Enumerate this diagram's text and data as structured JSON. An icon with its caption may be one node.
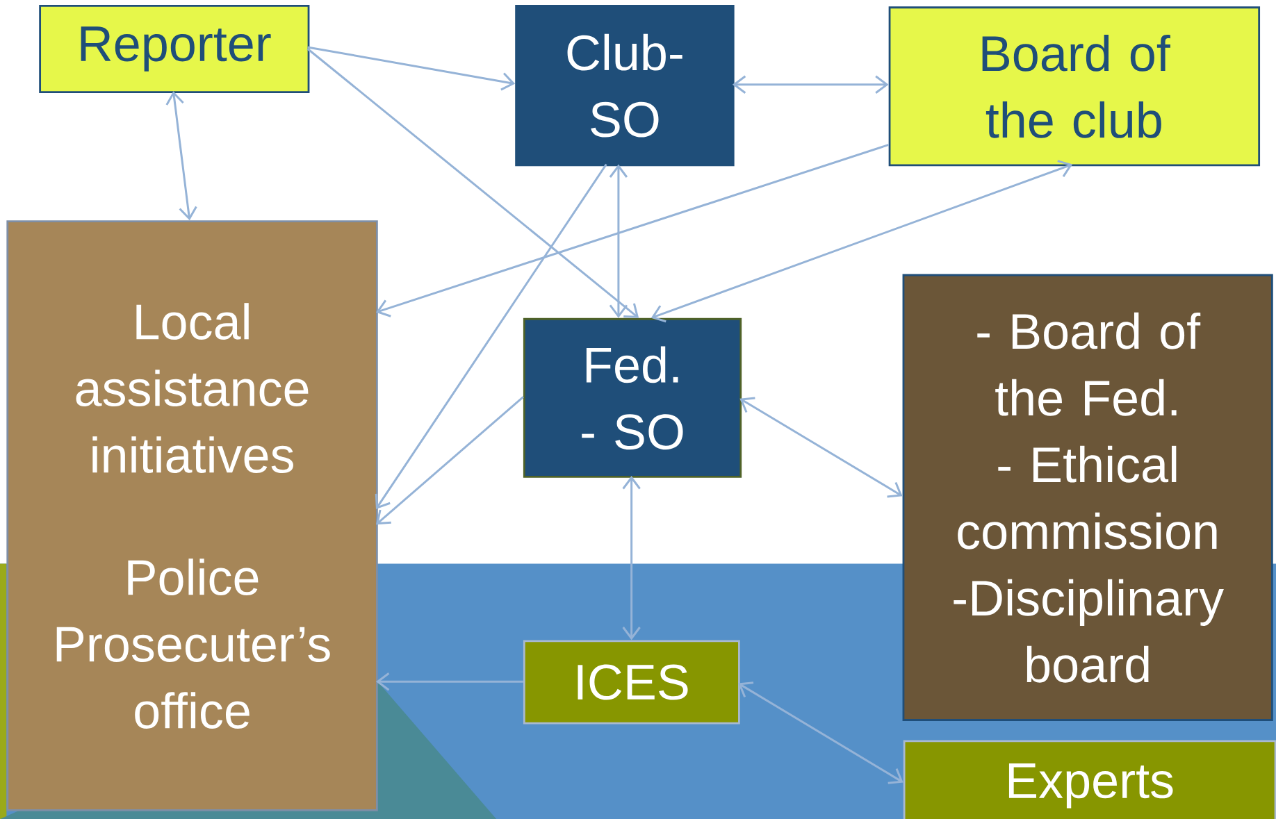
{
  "diagram": {
    "nodes": [
      {
        "text": [
          "Reporter"
        ]
      },
      {
        "text": [
          "Club- SO"
        ]
      },
      {
        "text": [
          "Board of the club"
        ]
      },
      {
        "text": [
          "Local assistance initiatives",
          "Police Prosecuter’s office"
        ]
      },
      {
        "text": [
          "Fed. - SO"
        ]
      },
      {
        "text": [
          "- Board of the Fed.",
          "- Ethical commission",
          "-Disciplinary board"
        ]
      },
      {
        "text": [
          "ICES"
        ]
      },
      {
        "text": [
          "Experts"
        ]
      }
    ],
    "edges": [
      {
        "from": 0,
        "to": 3,
        "arrow": "both"
      },
      {
        "from": 0,
        "to": 1,
        "arrow": "to"
      },
      {
        "from": 0,
        "to": 4,
        "arrow": "to"
      },
      {
        "from": 1,
        "to": 2,
        "arrow": "both"
      },
      {
        "from": 2,
        "to": 3,
        "arrow": "to"
      },
      {
        "from": 4,
        "to": 2,
        "arrow": "both"
      },
      {
        "from": 1,
        "to": 4,
        "arrow": "both"
      },
      {
        "from": 1,
        "to": 3,
        "arrow": "to"
      },
      {
        "from": 4,
        "to": 3,
        "arrow": "to"
      },
      {
        "from": 4,
        "to": 5,
        "arrow": "both"
      },
      {
        "from": 4,
        "to": 6,
        "arrow": "both"
      },
      {
        "from": 6,
        "to": 3,
        "arrow": "to"
      },
      {
        "from": 6,
        "to": 7,
        "arrow": "both"
      }
    ]
  }
}
